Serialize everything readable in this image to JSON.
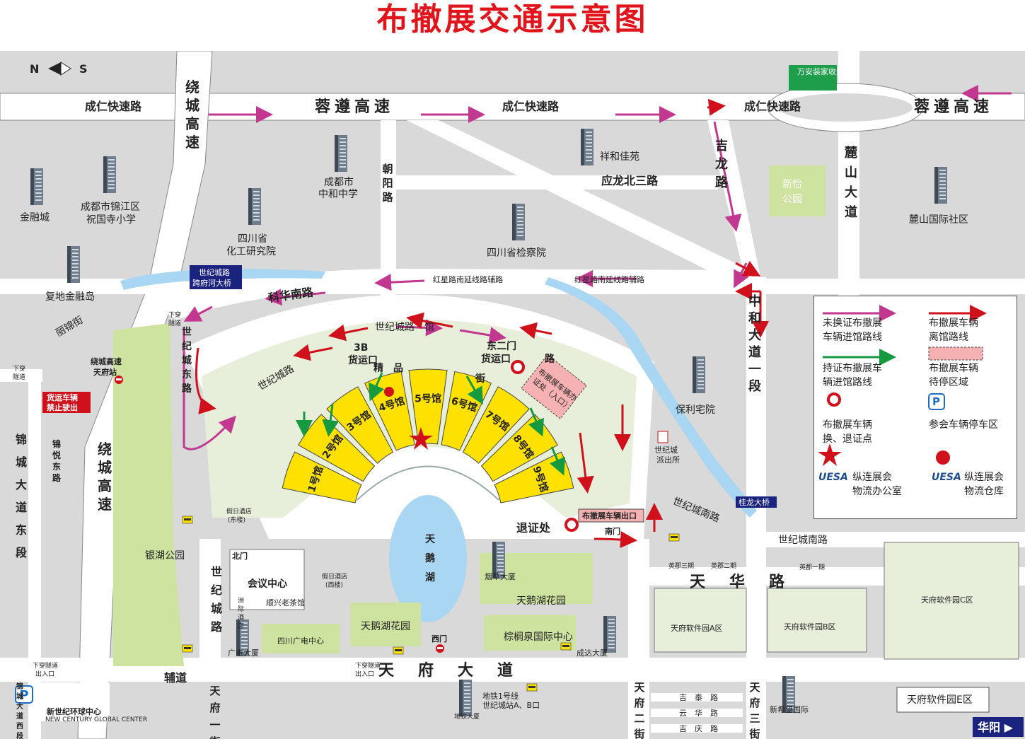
{
  "title": "布撤展交通示意图",
  "compass": {
    "n": "N",
    "s": "S"
  },
  "roads": {
    "chengren_left": "成仁快速路",
    "rongzun_left": "蓉遵高速",
    "chengren_mid": "成仁快速路",
    "chengren_right": "成仁快速路",
    "rongzun_right": "蓉遵高速",
    "raocheng_top": "绕城高速",
    "raocheng_bottom": "绕城高速",
    "chaoyang": "朝阳路",
    "zhonghe": "中和大道",
    "yinglong": "应龙北三路",
    "jilong": "吉龙路",
    "lushan": "麓山大道",
    "hongxing_1": "红星路南延线路辅路",
    "hongxing_2": "红星路南延线路辅路",
    "kehua": "科华南路",
    "zhonghe_1": "中和大道一段",
    "shiji_dong": "世纪城东路",
    "shiji_road": "世纪城路",
    "shiji_guan": "世纪城路　馆",
    "jingpin": "精　品",
    "jie": "街",
    "lu": "路",
    "lijin": "丽锦街",
    "jincheng_dong": "锦城大道东段",
    "jinyue": "锦悦东路",
    "shiji_nan_1": "世纪城南路",
    "shiji_nan_2": "世纪城南路",
    "shiji_west": "世纪城路",
    "tianhua": "天　华　路",
    "tianfu_1": "天府一街",
    "tianfu_2": "天府二街",
    "tianfu_3": "天府三街",
    "tianfu_avenue": "天　府　大　道",
    "fudao": "辅道",
    "jitai": "吉　泰　路",
    "yunhua": "云　华　路",
    "jiqing": "吉　庆　路",
    "jincheng_west": "锦城大道西段"
  },
  "places": {
    "toll": "万安装家收费站",
    "jinrongcheng": "金融城",
    "jinjiang_school_1": "成都市锦江区",
    "jinjiang_school_2": "祝国寺小学",
    "zhonghe_school_1": "成都市",
    "zhonghe_school_2": "中和中学",
    "huagong_1": "四川省",
    "huagong_2": "化工研究院",
    "jianchayuan": "四川省检察院",
    "xianghe": "祥和佳苑",
    "xinyi_1": "新怡",
    "xinyi_2": "公园",
    "lushan_intl": "麓山国际社区",
    "fudi": "复地金融岛",
    "bridge_1": "世纪城路",
    "bridge_2": "跨府河大桥",
    "raocheng_station_1": "绕城高速",
    "raocheng_station_2": "天府站",
    "freight_1": "货运车辆",
    "freight_2": "禁止驶出",
    "xiachuan_1": "下穿",
    "xiachuan_2": "隧道",
    "xiachuan_3": "下穿",
    "xiachuan_4": "隧道",
    "huoyun_3b": "3B",
    "huoyun_kou": "货运口",
    "dongermen_1": "东二门",
    "dongermen_2": "货运口",
    "jiaoban_1": "布撤展车辆办",
    "jiaoban_2": "证处（入口）",
    "baoli": "保利宅院",
    "paichusuo_1": "世纪城",
    "paichusuo_2": "派出所",
    "guilong": "桂龙大桥",
    "exit_label": "布撤展车辆出口",
    "tuizheng": "退证处",
    "nanmen": "南门",
    "jiari_east_1": "假日酒店",
    "jiari_east_2": "(东楼)",
    "yinhu": "银湖公园",
    "beimen": "北门",
    "huiyi": "会议中心",
    "jiari_west_1": "假日酒店",
    "jiari_west_2": "(西楼)",
    "zhouji_1": "洲",
    "zhouji_2": "际",
    "zhouji_3": "酒",
    "zhouji_4": "店",
    "shunxing": "顺兴老茶馆",
    "guangdian_center": "四川广电中心",
    "guangdian_tower": "广电大厦",
    "tiane_garden_1": "天鹅湖花园",
    "lake_1": "天",
    "lake_2": "鹅",
    "lake_3": "湖",
    "ximen": "西门",
    "yancao": "烟草大厦",
    "tiane_garden_2": "天鹅湖花园",
    "zonglv": "棕榈泉国际中心",
    "chengda": "成达大厦",
    "yingjun_3": "英郡三期",
    "yingjun_2": "英郡二期",
    "yingjun_1": "英郡一期",
    "park_a": "天府软件园A区",
    "park_b": "天府软件园B区",
    "park_c": "天府软件园C区",
    "park_e": "天府软件园E区",
    "xiachuan_out_1": "下穿隧道",
    "xiachuan_out_2": "出入口",
    "xiachuan_out_3": "下穿隧道",
    "xiachuan_out_4": "出入口",
    "metro_1": "地铁1号线",
    "metro_2": "世纪城站A、B口",
    "metro_building": "地铁大厦",
    "xinxiwang": "新希望国际",
    "global_center": "新世纪环球中心",
    "global_center_en": "NEW CENTURY GLOBAL CENTER",
    "huayang": "华阳 ▶"
  },
  "halls": [
    "1号馆",
    "2号馆",
    "3号馆",
    "4号馆",
    "5号馆",
    "6号馆",
    "7号馆",
    "8号馆",
    "9号馆"
  ],
  "legend": {
    "unexchanged_1": "未换证布撤展",
    "unexchanged_2": "车辆进馆路线",
    "leave_1": "布撤展车辆",
    "leave_2": "离馆路线",
    "with_permit_1": "持证布撤展车",
    "with_permit_2": "辆进馆路线",
    "waiting_1": "布撤展车辆",
    "waiting_2": "待停区域",
    "exchange_1": "布撤展车辆",
    "exchange_2": "换、退证点",
    "parking": "参会车辆停车区",
    "office_logo": "UESA",
    "office_1": "纵连展会",
    "office_2": "物流办公室",
    "warehouse_logo": "UESA",
    "warehouse_1": "纵连展会",
    "warehouse_2": "物流仓库",
    "p": "P"
  },
  "colors": {
    "title": "#e1141b",
    "block": "#d9d9d9",
    "road": "#ffffff",
    "park": "#cfe3a1",
    "hall": "#ffe100",
    "river": "#a9d6f2",
    "route_unexchanged": "#c2378f",
    "route_leave": "#d0101a",
    "route_permit": "#169a3f",
    "badge": "#1a237e",
    "toll_green": "#1e9e4a"
  },
  "icons": [
    "building-icon",
    "bus-stop-icon",
    "no-entry-icon",
    "police-icon",
    "star-icon",
    "parking-icon",
    "compass-arrow-icon"
  ]
}
